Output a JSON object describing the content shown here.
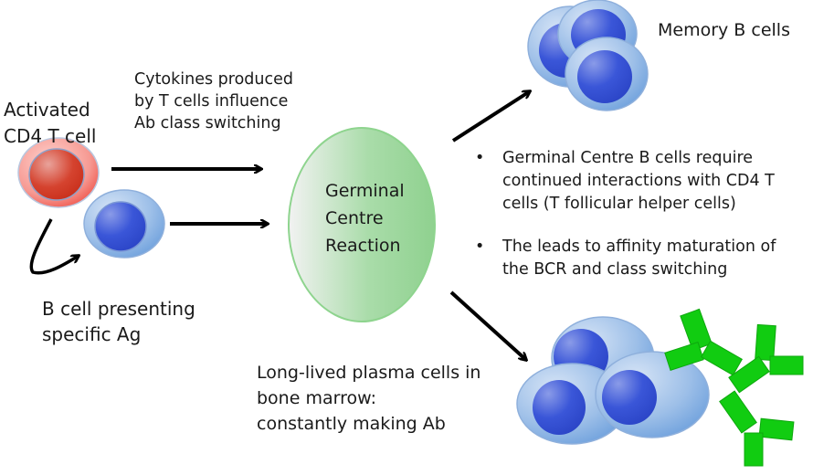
{
  "labels": {
    "activated_t_cell": [
      "Activated",
      "CD4 T cell"
    ],
    "cytokines": [
      "Cytokines produced",
      "by T cells influence",
      "Ab class switching"
    ],
    "b_cell_presenting": [
      "B cell presenting",
      "specific Ag"
    ],
    "germinal_centre": [
      "Germinal",
      "Centre",
      "Reaction"
    ],
    "memory_b_cells": "Memory B cells",
    "plasma_cells": [
      "Long-lived plasma cells in",
      "bone marrow:",
      "constantly making Ab"
    ]
  },
  "bullets": [
    {
      "symbol": "•",
      "lines": [
        "Germinal Centre B cells require",
        "continued interactions with CD4 T",
        "cells (T follicular helper cells)"
      ]
    },
    {
      "symbol": "•",
      "lines": [
        "The leads to affinity maturation of",
        "the BCR and class switching"
      ]
    }
  ],
  "colors": {
    "t_cell": "#e0443a",
    "b_cell_cytoplasm": "#8fb4e3",
    "b_cell_nucleus": "#3a58d6",
    "germinal_centre": "#a6dca6",
    "antibody": "#11cc11",
    "arrow": "#000000"
  }
}
